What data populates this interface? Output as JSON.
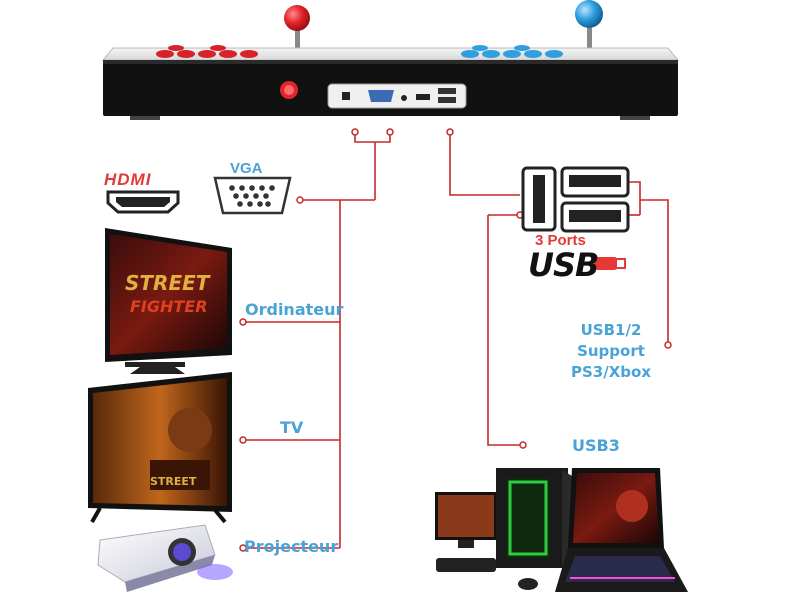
{
  "labels": {
    "hdmi": "HDMI",
    "vga": "VGA",
    "ordinateur": "Ordinateur",
    "tv": "TV",
    "projecteur": "Projecteur",
    "ports": "3 Ports",
    "usb": "USB",
    "usb12_line1": "USB1/2",
    "usb12_line2": "Support",
    "usb12_line3": "PS3/Xbox",
    "usb3": "USB3"
  },
  "colors": {
    "line": "#c62828",
    "accent_blue": "#4aa3d6",
    "accent_red": "#e53935",
    "console_body": "#111111",
    "joystick_red": "#e3242b",
    "joystick_blue": "#2f9fe0"
  },
  "icons": [
    "arcade-console-icon",
    "red-joystick-icon",
    "blue-joystick-icon",
    "hdmi-port-icon",
    "vga-port-icon",
    "usb-ports-icon",
    "usb-drive-icon",
    "monitor-icon",
    "tv-icon",
    "projector-icon",
    "desktop-pc-icon",
    "laptop-icon"
  ]
}
